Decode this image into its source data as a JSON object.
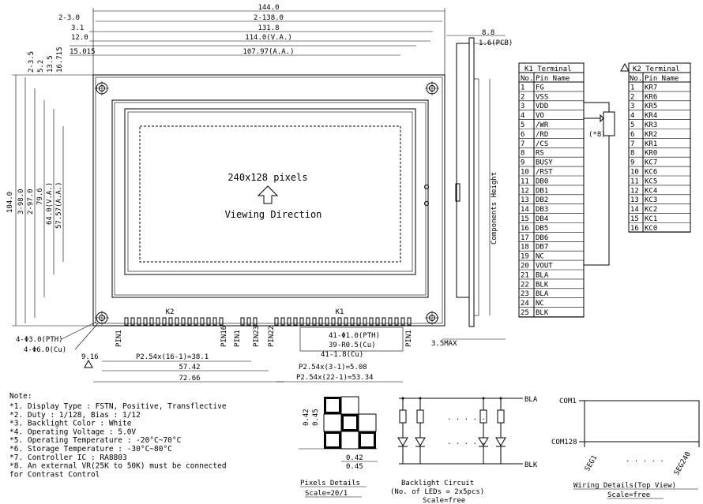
{
  "dims_top": [
    "144.0",
    "2-3.0",
    "2-138.0",
    "3.1",
    "131.8",
    "12.0",
    "114.0(V.A.)",
    "15.015",
    "107.97(A.A.)"
  ],
  "dims_left_small": [
    "2-3.5",
    "5.2",
    "13.5",
    "16.715"
  ],
  "dims_left_vertical": [
    "104.0",
    "3-98.0",
    "2-97.0",
    "79.6",
    "64.0(V.A.)",
    "57.57(A.A.)"
  ],
  "dims_side": {
    "pcb_thick": "8.8",
    "pcb": "1.6(PCB)",
    "components": "Components Height",
    "max": "3.5MAX"
  },
  "lcd": {
    "pixels": "240x128 pixels",
    "viewing": "Viewing Direction"
  },
  "holes": [
    "4-Φ3.0(PTH)",
    "4-Φ6.0(Cu)"
  ],
  "bottom_dims": [
    "9.16",
    "P2.54x(16-1)=38.1",
    "57.42",
    "P2.54x(3-1)=5.08",
    "72.66",
    "P2.54x(22-1)=53.34"
  ],
  "k_labels": {
    "k2": "K2",
    "k1": "K1",
    "pin1a": "PIN1",
    "pin16": "PIN16",
    "pin1b": "PIN1",
    "pin23": "PIN23",
    "pin22": "PIN22",
    "pin1c": "PIN1"
  },
  "k1_callouts": [
    "41-Φ1.0(PTH)",
    "39-R0.5(Cu)",
    "41-1.8(Cu)"
  ],
  "k1": {
    "title": "K1 Terminal",
    "head": [
      "No.",
      "Pin Name"
    ],
    "rows": [
      [
        "1",
        "FG"
      ],
      [
        "2",
        "VSS"
      ],
      [
        "3",
        "VDD"
      ],
      [
        "4",
        "VO"
      ],
      [
        "5",
        "/WR"
      ],
      [
        "6",
        "/RD"
      ],
      [
        "7",
        "/CS"
      ],
      [
        "8",
        "RS"
      ],
      [
        "9",
        "BUSY"
      ],
      [
        "10",
        "/RST"
      ],
      [
        "11",
        "DB0"
      ],
      [
        "12",
        "DB1"
      ],
      [
        "13",
        "DB2"
      ],
      [
        "14",
        "DB3"
      ],
      [
        "15",
        "DB4"
      ],
      [
        "16",
        "DB5"
      ],
      [
        "17",
        "DB6"
      ],
      [
        "18",
        "DB7"
      ],
      [
        "19",
        "NC"
      ],
      [
        "20",
        "VOUT"
      ],
      [
        "21",
        "BLA"
      ],
      [
        "22",
        "BLK"
      ],
      [
        "23",
        "BLA"
      ],
      [
        "24",
        "NC"
      ],
      [
        "25",
        "BLK"
      ]
    ]
  },
  "k2": {
    "title": "K2 Terminal",
    "head": [
      "No.",
      "Pin Name"
    ],
    "rows": [
      [
        "1",
        "KR7"
      ],
      [
        "2",
        "KR6"
      ],
      [
        "3",
        "KR5"
      ],
      [
        "4",
        "KR4"
      ],
      [
        "5",
        "KR3"
      ],
      [
        "6",
        "KR2"
      ],
      [
        "7",
        "KR1"
      ],
      [
        "8",
        "KR0"
      ],
      [
        "9",
        "KC7"
      ],
      [
        "10",
        "KC6"
      ],
      [
        "11",
        "KC5"
      ],
      [
        "12",
        "KC4"
      ],
      [
        "13",
        "KC3"
      ],
      [
        "14",
        "KC2"
      ],
      [
        "15",
        "KC1"
      ],
      [
        "16",
        "KC0"
      ]
    ]
  },
  "vr_note": "(*8)",
  "notes": {
    "title": "Note:",
    "items": [
      "*1. Display Type : FSTN, Positive, Transflective",
      "*2. Duty : 1/128, Bias : 1/12",
      "*3. Backlight Color : White",
      "*4. Operating Voltage : 5.0V",
      "*5. Operating Temperature : -20°C~70°C",
      "*6. Storage Temperature : -30°C~80°C",
      "*7. Controller IC : RA8803",
      "*8. An external VR(25K to 50K) must be connected",
      "    for Contrast Control"
    ]
  },
  "pixels": {
    "v1": "0.42",
    "v2": "0.45",
    "h1": "0.42",
    "h2": "0.45",
    "title": "Pixels Details",
    "scale": "Scale=20/1"
  },
  "backlight": {
    "bla": "BLA",
    "blk": "BLK",
    "title": "Backlight Circuit",
    "sub": "(No. of LEDs = 2x5pcs)",
    "scale": "Scale=free"
  },
  "wiring": {
    "com1": "COM1",
    "com128": "COM128",
    "seg1": "SEG1",
    "seg240": "SEG240",
    "title": "Wiring Details(Top View)",
    "scale": "Scale=free"
  }
}
